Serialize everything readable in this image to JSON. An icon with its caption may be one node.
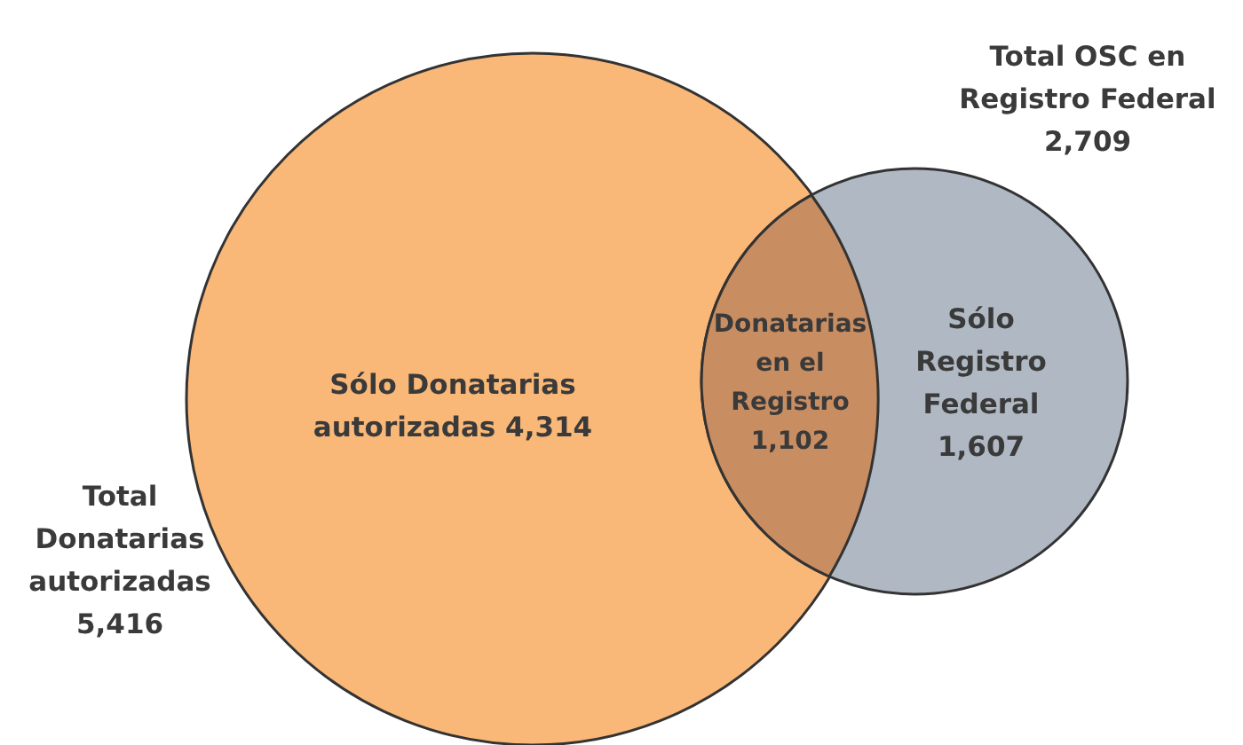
{
  "diagram": {
    "nodes": [
      {
        "text": [
          "Total Donatarias autorizadas 5,416"
        ]
      },
      {
        "text": [
          "Total OSC en Registro Federal 2,709"
        ]
      },
      {
        "text": [
          "Donatarias en el Registro 1,102"
        ]
      },
      {
        "text": [
          "Sólo Donatarias autorizadas 4,314"
        ],
        "in": 0
      },
      {
        "text": [
          "Sólo Registro Federal 1,607"
        ],
        "in": 1
      }
    ],
    "edges": []
  }
}
